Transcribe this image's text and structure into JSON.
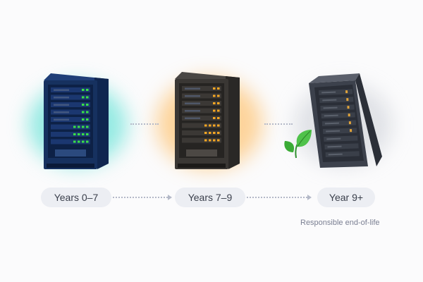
{
  "stages": [
    {
      "label": "Years 0–7",
      "icon": "server-rack-icon",
      "led_color": "#39e046",
      "glow_color": "#40dccd"
    },
    {
      "label": "Years 7–9",
      "icon": "server-rack-icon",
      "led_color": "#f5a623",
      "glow_color": "#ffb248"
    },
    {
      "label": "Year 9+",
      "icon": "server-rack-icon",
      "led_color": "#e0a33a",
      "glow_color": "#bec3cd"
    }
  ],
  "end_of_life_note": "Responsible end-of-life",
  "leaf_icon": "leaf-icon"
}
